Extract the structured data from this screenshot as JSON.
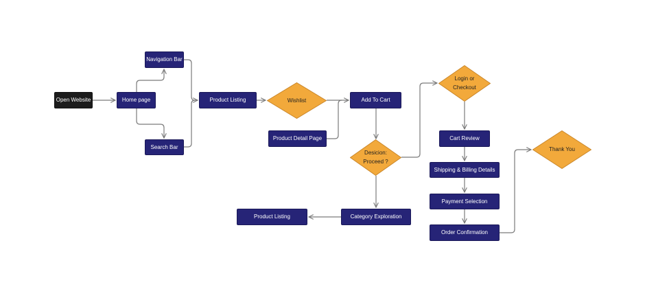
{
  "diagram": {
    "nodes": {
      "open_website": "Open Website",
      "home_page": "Home page",
      "navigation_bar": "Navigation Bar",
      "search_bar": "Search Bar",
      "product_listing": "Product Listing",
      "wishlist": "Wishlist",
      "product_detail_page": "Product Detail Page",
      "add_to_cart": "Add To Cart",
      "decision_proceed_1": "Desicion:",
      "decision_proceed_2": "Proceed ?",
      "category_exploration": "Category Exploration",
      "product_listing_2": "Product Listing",
      "login_checkout_1": "Login or",
      "login_checkout_2": "Checkout",
      "cart_review": "Cart Review",
      "shipping_billing": "Shipping & Billing Details",
      "payment_selection": "Payment Selection",
      "order_confirmation": "Order Confirmation",
      "thank_you": "Thank You"
    },
    "colors": {
      "process_box": "#262477",
      "start_box": "#1c1c1c",
      "decision": "#f2a93b",
      "decision_border": "#c9862a",
      "connector": "#7a7a7a"
    }
  }
}
